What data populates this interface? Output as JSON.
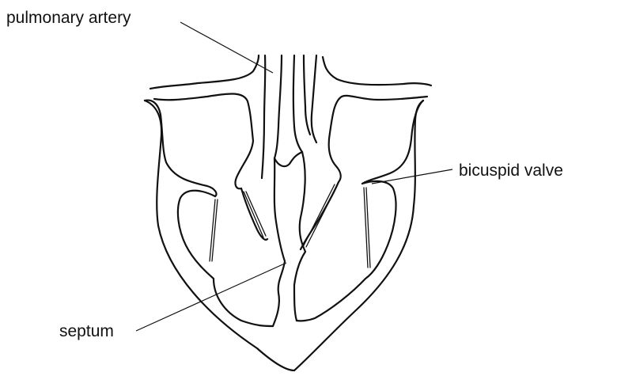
{
  "diagram": {
    "labels": {
      "pulmonary_artery": "pulmonary artery",
      "bicuspid_valve": "bicuspid valve",
      "septum": "septum"
    }
  }
}
